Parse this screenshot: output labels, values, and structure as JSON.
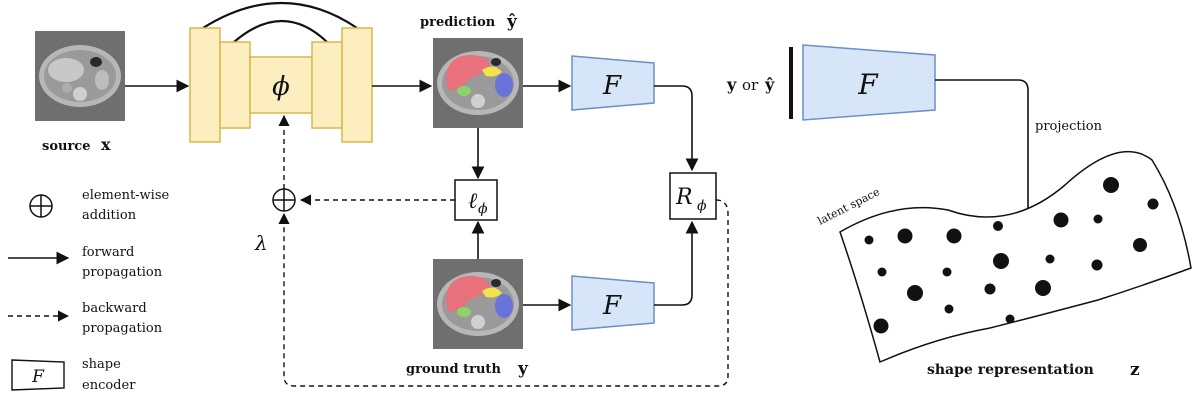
{
  "source": {
    "label": "source",
    "symbol": "x"
  },
  "network": {
    "symbol": "ϕ"
  },
  "prediction": {
    "label": "prediction",
    "symbol": "ŷ"
  },
  "ground_truth": {
    "label": "ground truth",
    "symbol": "y"
  },
  "encoder": {
    "symbol": "F"
  },
  "loss": {
    "symbol": "ℓ",
    "subscript": "ϕ"
  },
  "regularizer": {
    "symbol": "R",
    "subscript": "ϕ"
  },
  "weight": {
    "symbol": "λ"
  },
  "right_panel": {
    "input_left": "y",
    "input_or": "or",
    "input_right": "ŷ",
    "projection_label": "projection",
    "latent_label": "latent space",
    "shape_label": "shape representation",
    "shape_symbol": "z"
  },
  "legend": {
    "addition_line1": "element-wise",
    "addition_line2": "addition",
    "forward_line1": "forward",
    "forward_line2": "propagation",
    "backward_line1": "backward",
    "backward_line2": "propagation",
    "encoder_line1": "shape",
    "encoder_line2": "encoder",
    "encoder_symbol": "F"
  },
  "colors": {
    "unet_fill": "#fdeec0",
    "unet_stroke": "#d9b64c",
    "encoder_fill": "#d6e5f8",
    "encoder_stroke": "#6b8fc7",
    "ct_bg": "#6f6f6f",
    "liver": "#e9717b",
    "spleen": "#6a73d9",
    "kidney": "#8cd36b",
    "pancreas": "#f2e34c"
  }
}
